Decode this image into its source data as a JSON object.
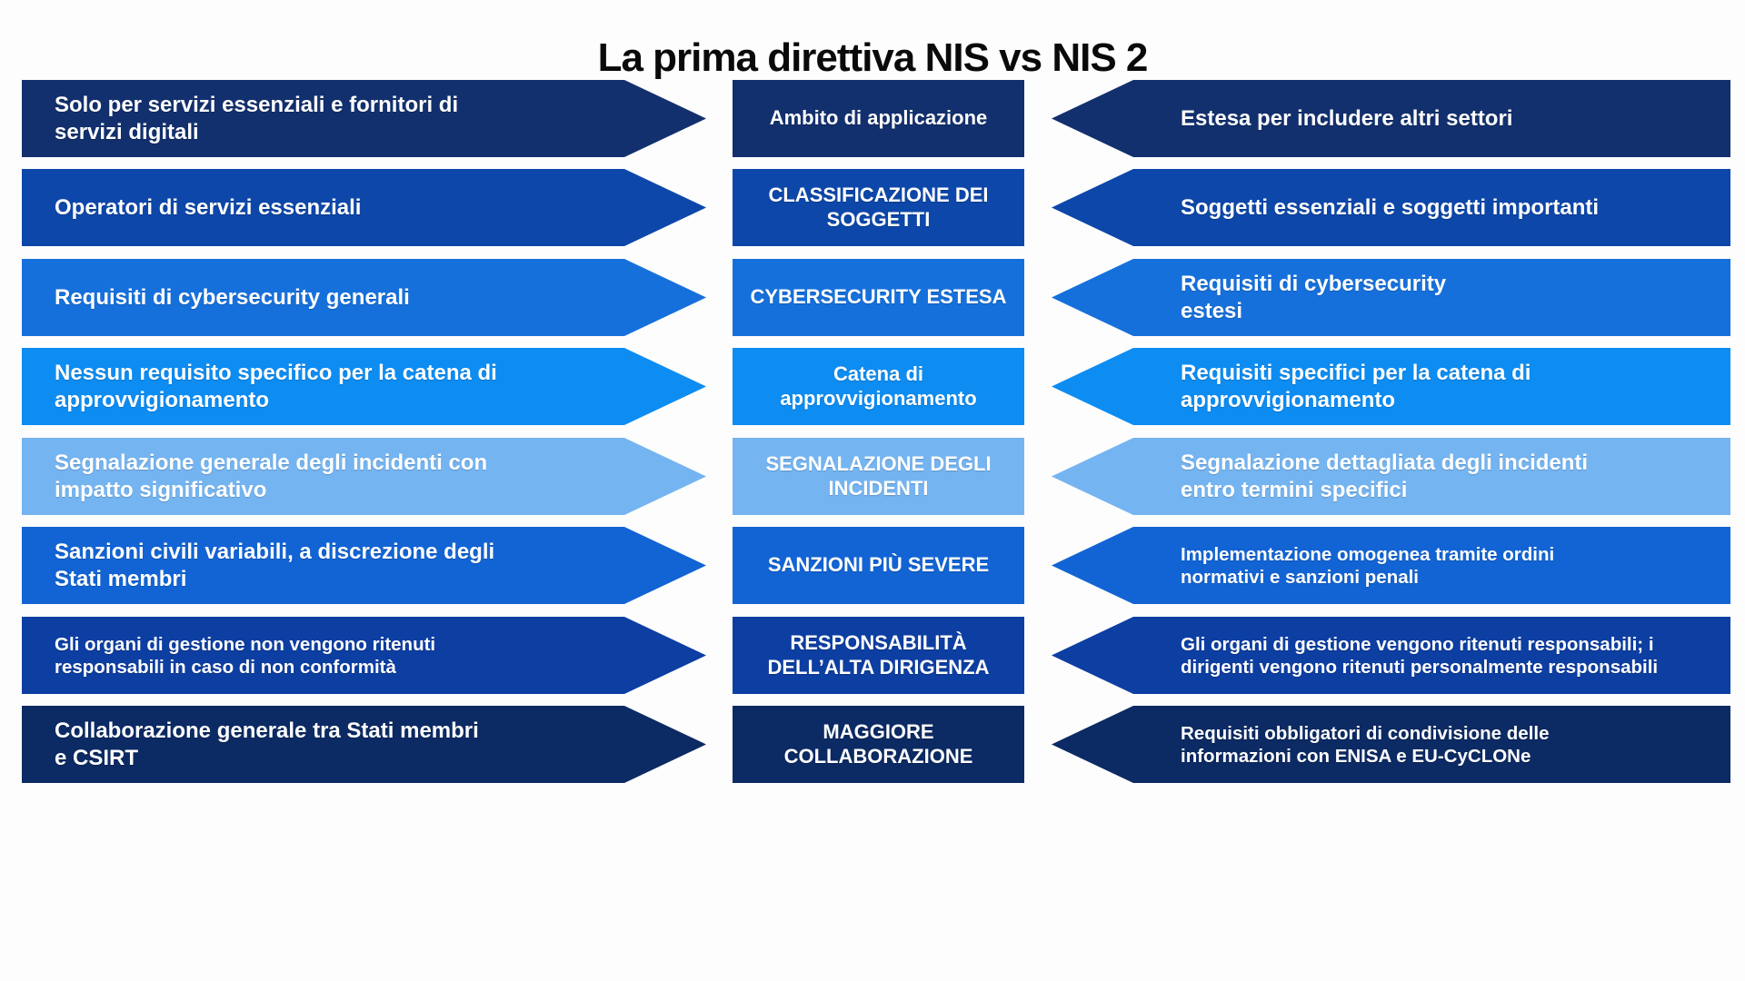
{
  "title": "La prima direttiva NIS vs NIS 2",
  "rows": [
    {
      "color": "#13306E",
      "left": "Solo per servizi essenziali e fornitori di\nservizi digitali",
      "center": "Ambito di applicazione",
      "right": "Estesa per includere altri settori"
    },
    {
      "color": "#0D47A9",
      "left": "Operatori di servizi essenziali",
      "center": "CLASSIFICAZIONE DEI\nSOGGETTI",
      "right": "Soggetti essenziali e soggetti importanti"
    },
    {
      "color": "#1670DC",
      "left": "Requisiti di cybersecurity generali",
      "center": "CYBERSECURITY ESTESA",
      "right": "Requisiti di cybersecurity\nestesi"
    },
    {
      "color": "#0D8CF2",
      "left": "Nessun requisito specifico per la catena di\napprovvigionamento",
      "center": "Catena di\napprovvigionamento",
      "right": "Requisiti specifici per la catena di\napprovvigionamento"
    },
    {
      "color": "#74B4F1",
      "left": "Segnalazione generale degli incidenti con\nimpatto significativo",
      "center": "SEGNALAZIONE DEGLI\nINCIDENTI",
      "right": "Segnalazione dettagliata degli incidenti\nentro termini specifici"
    },
    {
      "color": "#1264D4",
      "left": "Sanzioni civili variabili, a discrezione degli\nStati membri",
      "center": "SANZIONI PIÙ SEVERE",
      "right": "Implementazione omogenea tramite ordini\nnormativi e sanzioni penali"
    },
    {
      "color": "#0D3EA2",
      "left": "Gli organi di gestione non vengono ritenuti\nresponsabili in caso di non conformità",
      "center": "RESPONSABILITÀ\nDELL’ALTA DIRIGENZA",
      "right": "Gli organi di gestione vengono ritenuti responsabili; i\ndirigenti vengono ritenuti personalmente responsabili"
    },
    {
      "color": "#0C2A63",
      "left": "Collaborazione generale tra Stati membri\ne CSIRT",
      "center": "MAGGIORE\nCOLLABORAZIONE",
      "right": "Requisiti obbligatori di condivisione delle\ninformazioni con ENISA e EU-CyCLONe"
    }
  ]
}
